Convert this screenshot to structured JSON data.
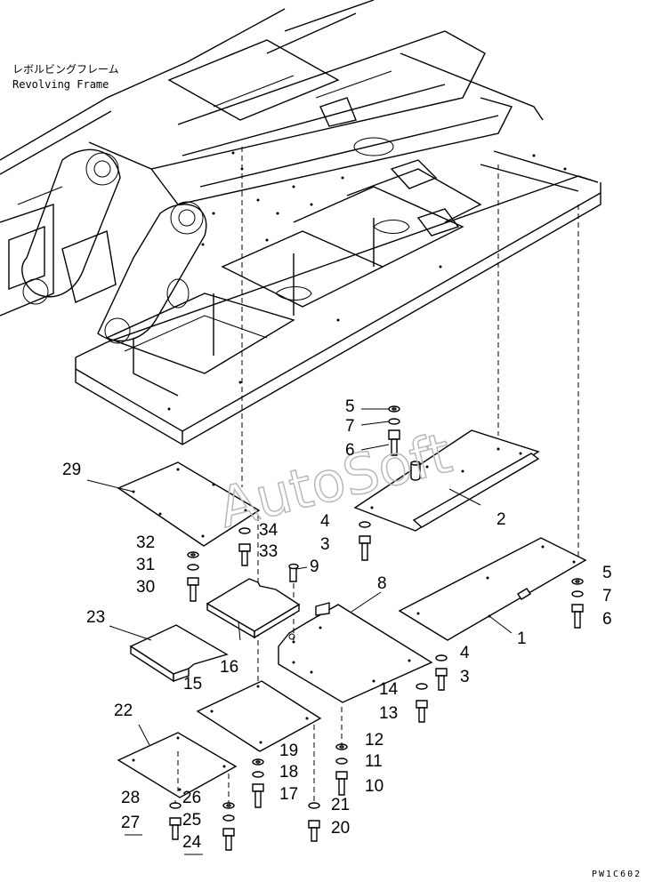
{
  "title": {
    "japanese": "レボルビングフレーム",
    "english": "Revolving Frame"
  },
  "watermark": "AutoSoft",
  "drawing_code": "PW1C602",
  "callouts": [
    "1",
    "2",
    "3",
    "4",
    "5",
    "6",
    "7",
    "8",
    "9",
    "10",
    "11",
    "12",
    "13",
    "14",
    "15",
    "16",
    "17",
    "18",
    "19",
    "20",
    "21",
    "22",
    "23",
    "24",
    "25",
    "26",
    "27",
    "28",
    "29",
    "30",
    "31",
    "32",
    "33",
    "34"
  ],
  "callouts_right": [
    "5",
    "7",
    "6",
    "4",
    "3"
  ]
}
